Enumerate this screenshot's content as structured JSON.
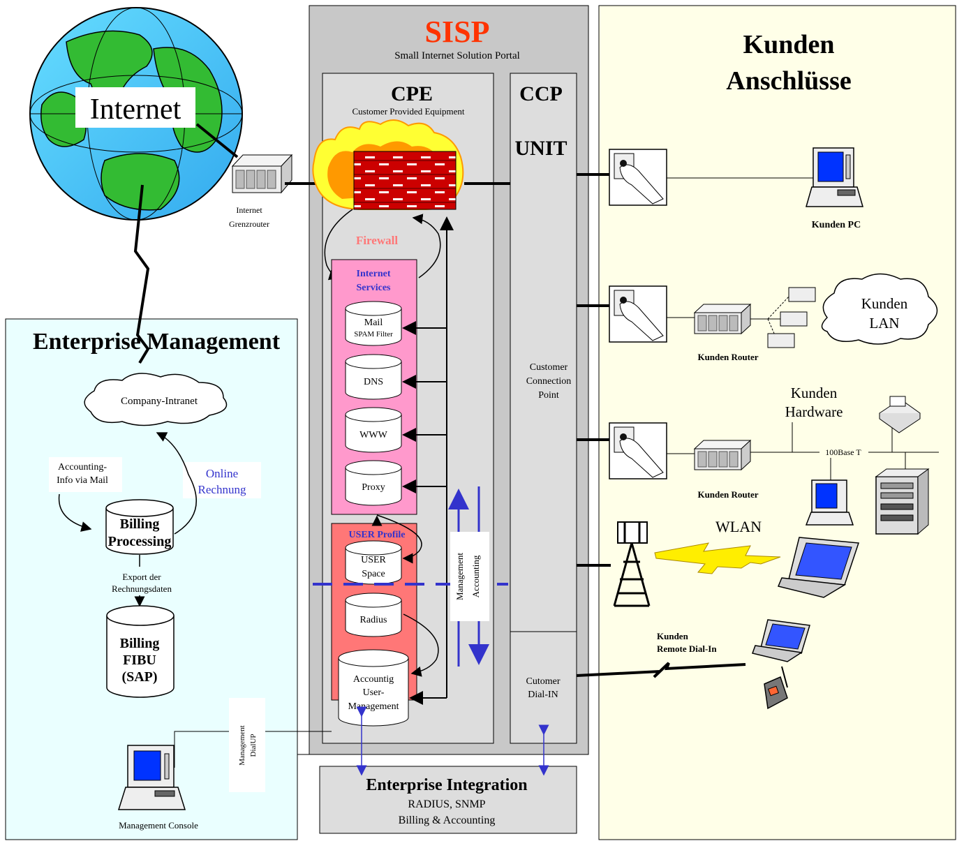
{
  "sisp": {
    "title": "SISP",
    "subtitle": "Small Internet Solution Portal"
  },
  "cpe": {
    "title": "CPE",
    "subtitle": "Customer Provided Equipment",
    "firewall_label": "Firewall"
  },
  "ccp": {
    "title": "CCP",
    "unit": "UNIT",
    "ccp_line1": "Customer",
    "ccp_line2": "Connection",
    "ccp_line3": "Point",
    "dialin_line1": "Cutomer",
    "dialin_line2": "Dial-IN"
  },
  "internet": {
    "label": "Internet",
    "router_line1": "Internet",
    "router_line2": "Grenzrouter"
  },
  "services": {
    "title_line1": "Internet",
    "title_line2": "Services",
    "mail_line1": "Mail",
    "mail_line2": "SPAM Filter",
    "dns": "DNS",
    "www": "WWW",
    "proxy": "Proxy"
  },
  "user_profile": {
    "title": "USER Profile",
    "space_line1": "USER",
    "space_line2": "Space",
    "radius": "Radius",
    "acct_line1": "Accountig",
    "acct_line2": "User-",
    "acct_line3": "Management"
  },
  "mgmt_accounting": {
    "line1": "Management",
    "line2": "Accounting"
  },
  "enterprise_mgmt": {
    "title": "Enterprise Management",
    "intranet": "Company-Intranet",
    "acct_info_line1": "Accounting-",
    "acct_info_line2": "Info via Mail",
    "online_line1": "Online",
    "online_line2": "Rechnung",
    "billing_proc_line1": "Billing",
    "billing_proc_line2": "Processing",
    "export_line1": "Export der",
    "export_line2": "Rechnungsdaten",
    "fibu_line1": "Billing",
    "fibu_line2": "FIBU",
    "fibu_line3": "(SAP)",
    "dialup_line1": "Management",
    "dialup_line2": "DialUP",
    "console": "Management Console"
  },
  "enterprise_integration": {
    "title": "Enterprise Integration",
    "line2": "RADIUS, SNMP",
    "line3": "Billing & Accounting"
  },
  "kunden": {
    "title_line1": "Kunden",
    "title_line2": "Anschlüsse",
    "pc": "Kunden PC",
    "lan_line1": "Kunden",
    "lan_line2": "LAN",
    "router1": "Kunden Router",
    "hw_line1": "Kunden",
    "hw_line2": "Hardware",
    "base": "100Base T",
    "router2": "Kunden Router",
    "wlan": "WLAN",
    "remote_line1": "Kunden",
    "remote_line2": "Remote Dial-In"
  },
  "colors": {
    "sisp_red": "#ff3300",
    "services_pink": "#ff99cc",
    "profile_red": "#ff7777",
    "enterprise_bg": "#eaffff",
    "kunden_bg": "#ffffe8",
    "sisp_gray": "#c8c8c8",
    "panel_gray": "#dddddd",
    "accent_blue": "#3333cc"
  }
}
